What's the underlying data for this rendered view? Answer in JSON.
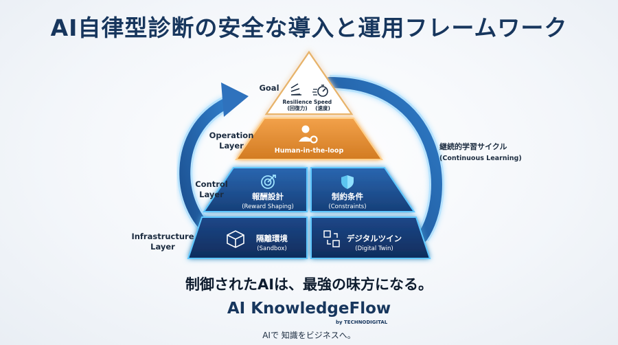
{
  "title": "AI自律型診断の安全な導入と運用フレームワーク",
  "layers": {
    "goal": "Goal",
    "operation": "Operation\nLayer",
    "control": "Control\nLayer",
    "infrastructure": "Infrastructure\nLayer"
  },
  "goal": {
    "resilience": "Resilience",
    "resilience_jp": "(回復力)",
    "speed": "Speed",
    "speed_jp": "(速度)"
  },
  "operation": {
    "label": "Human-in-the-loop"
  },
  "control": {
    "reward_main": "報酬設計",
    "reward_sub": "(Reward Shaping)",
    "constraints_main": "制約条件",
    "constraints_sub": "(Constraints)"
  },
  "infrastructure": {
    "sandbox_main": "隔離環境",
    "sandbox_sub": "(Sandbox)",
    "twin_main": "デジタルツイン",
    "twin_sub": "(Digital Twin)"
  },
  "cycle": {
    "label_jp": "継続的学習サイクル",
    "label_en": "(Continuous Learning)"
  },
  "tagline": "制御されたAIは、最強の味方になる。",
  "brand": {
    "name": "AI KnowledgeFlow",
    "by": "by TECHNODIGITAL",
    "slogan": "AIで 知識をビジネスへ。"
  },
  "colors": {
    "navy": "#17365d",
    "tier_blue": "#1d4f8f",
    "operation_orange": "#e08a2e",
    "glow": "#3fb8ff"
  },
  "icons": [
    "resilience-icon",
    "speed-icon",
    "user-gear-icon",
    "target-icon",
    "shield-icon",
    "box-icon",
    "digital-twin-icon",
    "cycle-arrow-icon"
  ]
}
